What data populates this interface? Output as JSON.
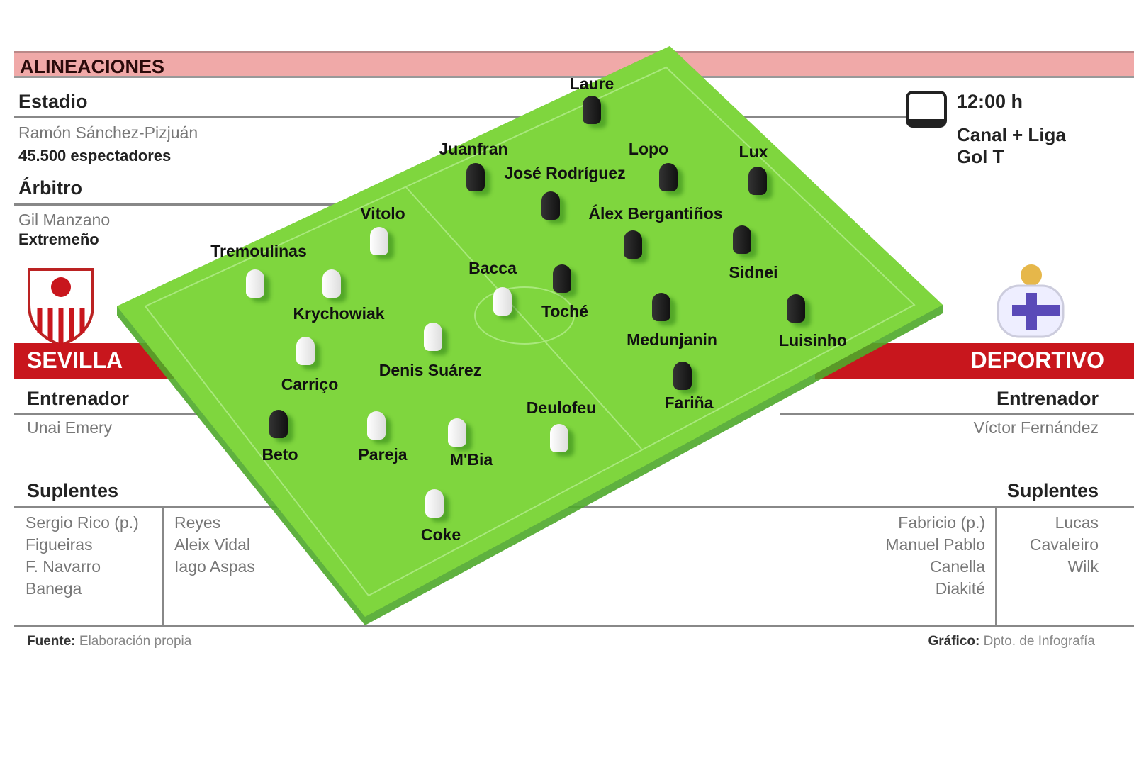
{
  "title": "ALINEACIONES",
  "stadium": {
    "label": "Estadio",
    "name": "Ramón Sánchez-Pizjuán",
    "capacity": "45.500 espectadores"
  },
  "referee": {
    "label": "Árbitro",
    "name": "Gil Manzano",
    "origin": "Extremeño"
  },
  "broadcast": {
    "time": "12:00 h",
    "channel1": "Canal + Liga",
    "channel2": "Gol T",
    "icon": "tv-icon"
  },
  "home": {
    "name": "SEVILLA",
    "coach_label": "Entrenador",
    "coach": "Unai Emery",
    "subs_label": "Suplentes",
    "subs_col1": [
      "Sergio Rico (p.)",
      "Figueiras",
      "F. Navarro",
      "Banega"
    ],
    "subs_col2": [
      "Reyes",
      "Aleix Vidal",
      "Iago Aspas"
    ],
    "players": [
      "Beto",
      "Coke",
      "Pareja",
      "M'Bia",
      "Carriço",
      "Tremoulinas",
      "Krychowiak",
      "Denis Suárez",
      "Deulofeu",
      "Vitolo",
      "Bacca"
    ]
  },
  "away": {
    "name": "DEPORTIVO",
    "coach_label": "Entrenador",
    "coach": "Víctor Fernández",
    "subs_label": "Suplentes",
    "subs_col1": [
      "Fabricio (p.)",
      "Manuel Pablo",
      "Canella",
      "Diakité"
    ],
    "subs_col2": [
      "Lucas",
      "Cavaleiro",
      "Wilk"
    ],
    "players": [
      "Laure",
      "Juanfran",
      "Lopo",
      "Lux",
      "José Rodríguez",
      "Álex Bergantiños",
      "Sidnei",
      "Toché",
      "Medunjanin",
      "Luisinho",
      "Fariña"
    ]
  },
  "footer": {
    "source_label": "Fuente:",
    "source": "Elaboración propia",
    "graphic_label": "Gráfico:",
    "graphic": "Dpto. de Infografía"
  },
  "colors": {
    "accent": "#c8161d",
    "banner": "#f0a9a8",
    "pitch": "#7fd63e"
  }
}
